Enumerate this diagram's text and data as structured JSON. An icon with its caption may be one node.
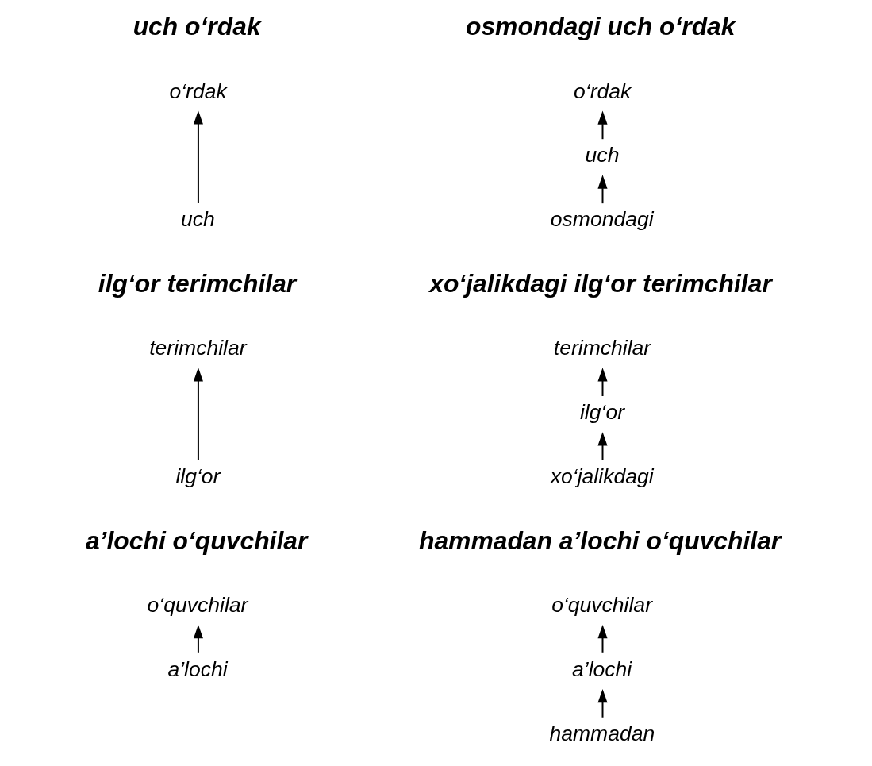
{
  "diagram": {
    "nodes": [
      {
        "text": [
          "o‘rdak"
        ]
      },
      {
        "text": [
          "uch"
        ]
      },
      {
        "text": [
          "o‘rdak"
        ]
      },
      {
        "text": [
          "uch"
        ]
      },
      {
        "text": [
          "osmondagi"
        ]
      },
      {
        "text": [
          "terimchilar"
        ]
      },
      {
        "text": [
          "ilg‘or"
        ]
      },
      {
        "text": [
          "terimchilar"
        ]
      },
      {
        "text": [
          "ilg‘or"
        ]
      },
      {
        "text": [
          "xo‘jalikdagi"
        ]
      },
      {
        "text": [
          "o‘quvchilar"
        ]
      },
      {
        "text": [
          "a’lochi"
        ]
      },
      {
        "text": [
          "o‘quvchilar"
        ]
      },
      {
        "text": [
          "a’lochi"
        ]
      },
      {
        "text": [
          "hammadan"
        ]
      }
    ],
    "edges": [
      {
        "from": 1,
        "to": 0,
        "arrow": "to"
      },
      {
        "from": 3,
        "to": 2,
        "arrow": "to"
      },
      {
        "from": 4,
        "to": 3,
        "arrow": "to"
      },
      {
        "from": 6,
        "to": 5,
        "arrow": "to"
      },
      {
        "from": 8,
        "to": 7,
        "arrow": "to"
      },
      {
        "from": 9,
        "to": 8,
        "arrow": "to"
      },
      {
        "from": 11,
        "to": 10,
        "arrow": "to"
      },
      {
        "from": 13,
        "to": 12,
        "arrow": "to"
      },
      {
        "from": 14,
        "to": 13,
        "arrow": "to"
      }
    ],
    "labels": [
      "uch o‘rdak",
      "osmondagi uch o‘rdak",
      "ilg‘or terimchilar",
      "xo‘jalikdagi ilg‘or terimchilar",
      "a’lochi o‘quvchilar",
      "hammadan a’lochi o‘quvchilar"
    ]
  }
}
